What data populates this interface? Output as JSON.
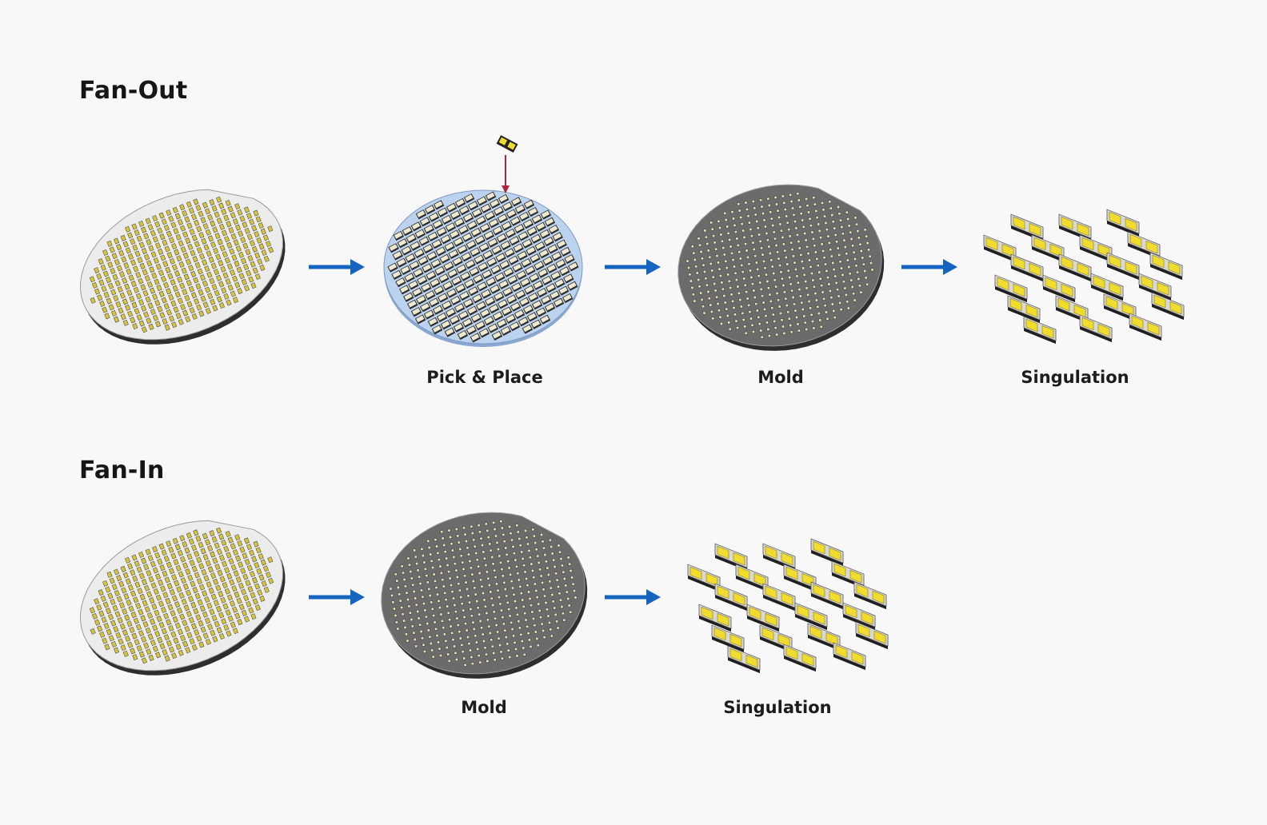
{
  "fan_out": {
    "title": "Fan-Out",
    "steps": [
      {
        "id": "wafer",
        "label": ""
      },
      {
        "id": "pick_place",
        "label": "Pick & Place"
      },
      {
        "id": "mold",
        "label": "Mold"
      },
      {
        "id": "singulation",
        "label": "Singulation"
      }
    ]
  },
  "fan_in": {
    "title": "Fan-In",
    "steps": [
      {
        "id": "wafer",
        "label": ""
      },
      {
        "id": "mold",
        "label": "Mold"
      },
      {
        "id": "singulation",
        "label": "Singulation"
      }
    ]
  },
  "colors": {
    "background": "#f8f8f8",
    "arrow": "#1565c0",
    "pick_arrow": "#b0223a",
    "wafer_top": "#ececec",
    "wafer_edge": "#2e2e2e",
    "pad": "#d6c440",
    "carrier": "#bcd3f0",
    "mold": "#6b6b6b",
    "chip_gold": "#f0dc2e"
  }
}
